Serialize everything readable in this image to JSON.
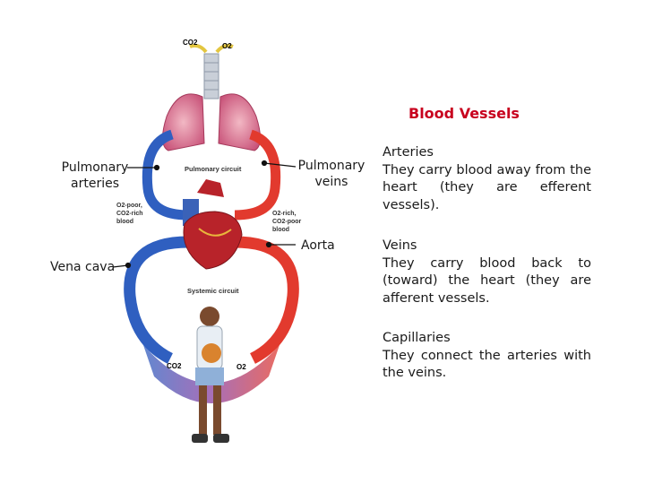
{
  "diagram": {
    "gas_top_left": "CO2",
    "gas_top_right": "O2",
    "pulmonary_circuit": "Pulmonary circuit",
    "systemic_circuit": "Systemic circuit",
    "o2_poor_line1": "O2-poor,",
    "o2_poor_line2": "CO2-rich",
    "o2_poor_line3": "blood",
    "o2_rich_line1": "O2-rich,",
    "o2_rich_line2": "CO2-poor",
    "o2_rich_line3": "blood",
    "gas_bottom_left": "CO2",
    "gas_bottom_right": "O2"
  },
  "labels": {
    "pulmonary_arteries_1": "Pulmonary",
    "pulmonary_arteries_2": "arteries",
    "pulmonary_veins_1": "Pulmonary",
    "pulmonary_veins_2": "veins",
    "aorta": "Aorta",
    "vena_cava": "Vena cava"
  },
  "panel": {
    "title": "Blood Vessels",
    "arteries_heading": "Arteries",
    "arteries_text": "They carry blood away from the heart (they are efferent vessels).",
    "veins_heading": "Veins",
    "veins_text": "They carry blood back to (toward) the heart (they are afferent vessels.",
    "capillaries_heading": "Capillaries",
    "capillaries_text": "They connect the arteries with the veins."
  },
  "colors": {
    "artery_red": "#e23a2e",
    "vein_blue": "#2f5fc0",
    "title_red": "#c8001e",
    "lung_pink": "#d9728a",
    "heart_red": "#b8232a"
  }
}
